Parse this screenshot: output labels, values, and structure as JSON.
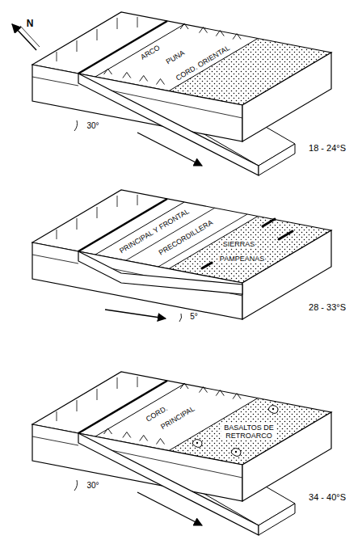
{
  "diagram": {
    "labels": [
      "N",
      "ARCO",
      "PUNA",
      "CORD. ORIENTAL",
      "30°",
      "18 - 24°S",
      "PRINCIPAL Y FRONTAL",
      "PRECORDILLERA",
      "SIERRAS",
      "PAMPEANAS",
      "5°",
      "28 - 33°S",
      "CORD.",
      "PRINCIPAL",
      "BASALTOS DE RETROARCO",
      "30°",
      "34 - 40°S"
    ]
  }
}
